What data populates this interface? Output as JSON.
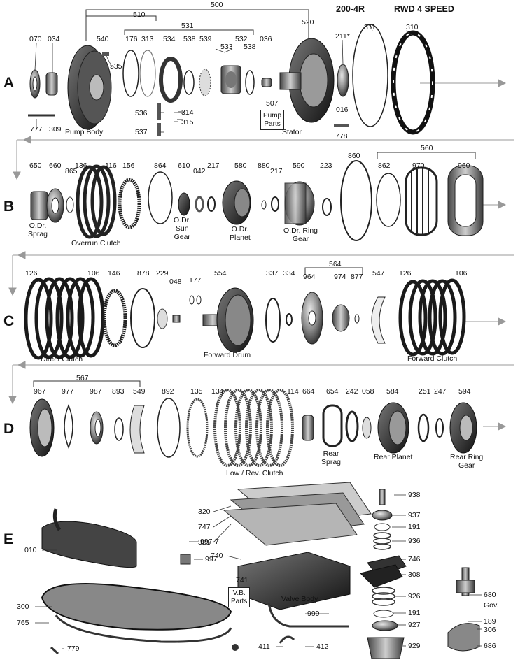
{
  "header": {
    "model": "200-4R",
    "type": "RWD 4 SPEED"
  },
  "rows": [
    "A",
    "B",
    "C",
    "D",
    "E"
  ],
  "row_a": {
    "parts": [
      "500",
      "510",
      "531",
      "070",
      "034",
      "540",
      "535",
      "176",
      "313",
      "534",
      "538",
      "539",
      "532",
      "533",
      "538",
      "036",
      "520",
      "211*",
      "311",
      "310",
      "536",
      "314",
      "315",
      "537",
      "016",
      "777",
      "309",
      "778"
    ],
    "captions": {
      "pump_body": "Pump Body",
      "stator": "Stator",
      "pump_parts_num": "507",
      "pump_parts": [
        "Pump",
        "Parts"
      ]
    }
  },
  "row_b": {
    "parts": [
      "560",
      "650",
      "660",
      "865",
      "136",
      "116",
      "156",
      "864",
      "610",
      "042",
      "217",
      "580",
      "880",
      "217",
      "590",
      "223",
      "860",
      "862",
      "970",
      "960"
    ],
    "captions": {
      "odr_sprag": [
        "O.Dr.",
        "Sprag"
      ],
      "overrun_clutch": "Overrun Clutch",
      "odr_sun_gear": [
        "O.Dr.",
        "Sun",
        "Gear"
      ],
      "odr_planet": [
        "O.Dr.",
        "Planet"
      ],
      "odr_ring_gear": [
        "O.Dr. Ring",
        "Gear"
      ]
    }
  },
  "row_c": {
    "parts": [
      "564",
      "126",
      "106",
      "146",
      "878",
      "229",
      "048",
      "177",
      "554",
      "337",
      "334",
      "964",
      "974",
      "877",
      "547",
      "126",
      "106"
    ],
    "captions": {
      "direct_clutch": "Direct Clutch",
      "forward_drum": "Forward Drum",
      "forward_clutch": "Forward Clutch"
    }
  },
  "row_d": {
    "parts": [
      "567",
      "967",
      "977",
      "987",
      "893",
      "549",
      "892",
      "135",
      "134",
      "114",
      "664",
      "654",
      "242",
      "058",
      "584",
      "251",
      "247",
      "594"
    ],
    "captions": {
      "low_rev_clutch": "Low / Rev. Clutch",
      "rear_sprag": [
        "Rear",
        "Sprag"
      ],
      "rear_planet": "Rear Planet",
      "rear_ring_gear": [
        "Rear Ring",
        "Gear"
      ]
    }
  },
  "row_e": {
    "parts": [
      "320",
      "747",
      "321",
      "938",
      "937",
      "191",
      "936",
      "746",
      "308",
      "926",
      "191",
      "927",
      "929",
      "740",
      "741",
      "999",
      "997-7",
      "997",
      "010",
      "300",
      "765",
      "779",
      "411",
      "412",
      "680",
      "189",
      "306",
      "686"
    ],
    "captions": {
      "vb_parts": [
        "V.B.",
        "Parts"
      ],
      "valve_body": "Valve Body",
      "gov": "Gov."
    }
  }
}
